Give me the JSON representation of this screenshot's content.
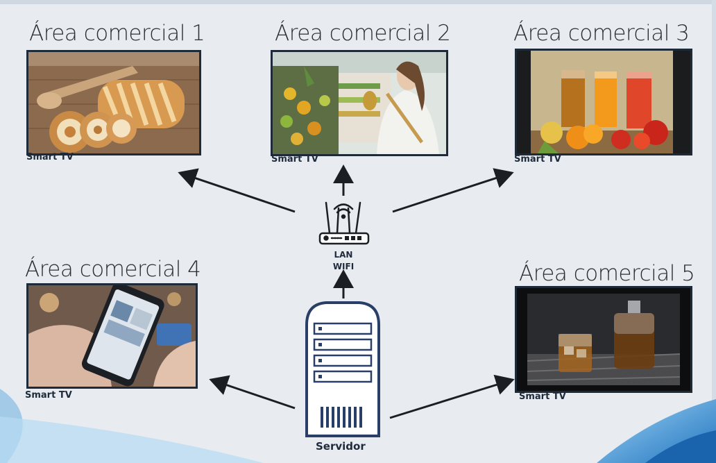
{
  "areas": [
    {
      "title": "Área comercial 1",
      "label": "Smart TV",
      "scene": "bread"
    },
    {
      "title": "Área comercial 2",
      "label": "Smart TV",
      "scene": "supermarket"
    },
    {
      "title": "Área comercial 3",
      "label": "Smart TV",
      "scene": "juices"
    },
    {
      "title": "Área comercial 4",
      "label": "Smart TV",
      "scene": "mobile-payment"
    },
    {
      "title": "Área comercial 5",
      "label": "Smart TV",
      "scene": "whisky"
    }
  ],
  "router": {
    "line1": "LAN",
    "line2": "WIFI",
    "icon": "wifi-router-icon"
  },
  "server": {
    "label": "Servidor",
    "icon": "server-icon"
  },
  "colors": {
    "background": "#e9edf1",
    "ink": "#1f2a3a",
    "screen_border": "#3fa2d8",
    "accent_wave": "#2f8fd0"
  }
}
